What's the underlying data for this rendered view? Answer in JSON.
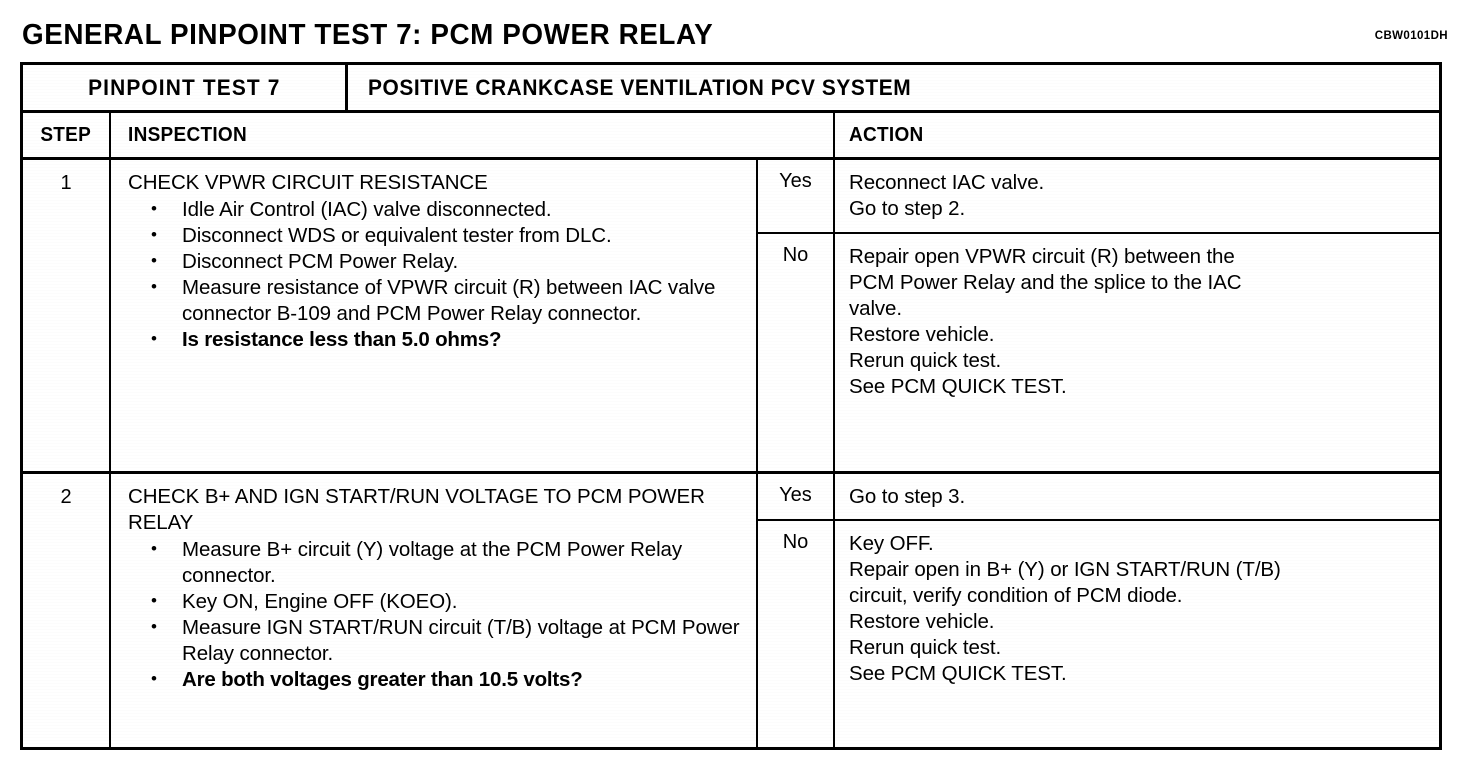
{
  "document": {
    "title": "GENERAL PINPOINT TEST 7: PCM POWER RELAY",
    "code": "CBW0101DH"
  },
  "banner": {
    "test_label": "PINPOINT TEST 7",
    "system_label": "POSITIVE CRANKCASE VENTILATION PCV SYSTEM"
  },
  "columns": {
    "step": "STEP",
    "inspection": "INSPECTION",
    "action": "ACTION"
  },
  "steps": [
    {
      "number": "1",
      "inspection_heading": "CHECK VPWR CIRCUIT RESISTANCE",
      "bullets": [
        {
          "text": "Idle Air Control (IAC) valve disconnected.",
          "bold": false
        },
        {
          "text": "Disconnect WDS or equivalent tester from DLC.",
          "bold": false
        },
        {
          "text": "Disconnect PCM Power Relay.",
          "bold": false
        },
        {
          "text": "Measure resistance of VPWR circuit (R) between IAC valve connector B-109 and PCM Power Relay connector.",
          "bold": false
        },
        {
          "text": "Is resistance less than 5.0 ohms?",
          "bold": true
        }
      ],
      "outcomes": [
        {
          "label": "Yes",
          "lines": [
            "Reconnect IAC valve.",
            "Go to step 2."
          ]
        },
        {
          "label": "No",
          "lines": [
            "Repair open VPWR circuit (R) between the",
            "PCM Power Relay and the splice to the IAC",
            "valve.",
            "Restore vehicle.",
            "Rerun quick test.",
            "See PCM QUICK TEST."
          ]
        }
      ]
    },
    {
      "number": "2",
      "inspection_heading": "CHECK B+ AND IGN START/RUN VOLTAGE TO PCM POWER RELAY",
      "bullets": [
        {
          "text": "Measure B+ circuit (Y) voltage at the PCM Power Relay connector.",
          "bold": false
        },
        {
          "text": "Key ON, Engine OFF (KOEO).",
          "bold": false
        },
        {
          "text": "Measure IGN START/RUN circuit (T/B) voltage at PCM Power Relay connector.",
          "bold": false
        },
        {
          "text": "Are both voltages greater than 10.5 volts?",
          "bold": true
        }
      ],
      "outcomes": [
        {
          "label": "Yes",
          "lines": [
            "Go to step 3."
          ]
        },
        {
          "label": "No",
          "lines": [
            "Key OFF.",
            "Repair open in B+ (Y) or IGN START/RUN (T/B)",
            "circuit, verify condition of PCM diode.",
            "Restore vehicle.",
            "Rerun quick test.",
            "See PCM QUICK TEST."
          ]
        }
      ]
    }
  ]
}
